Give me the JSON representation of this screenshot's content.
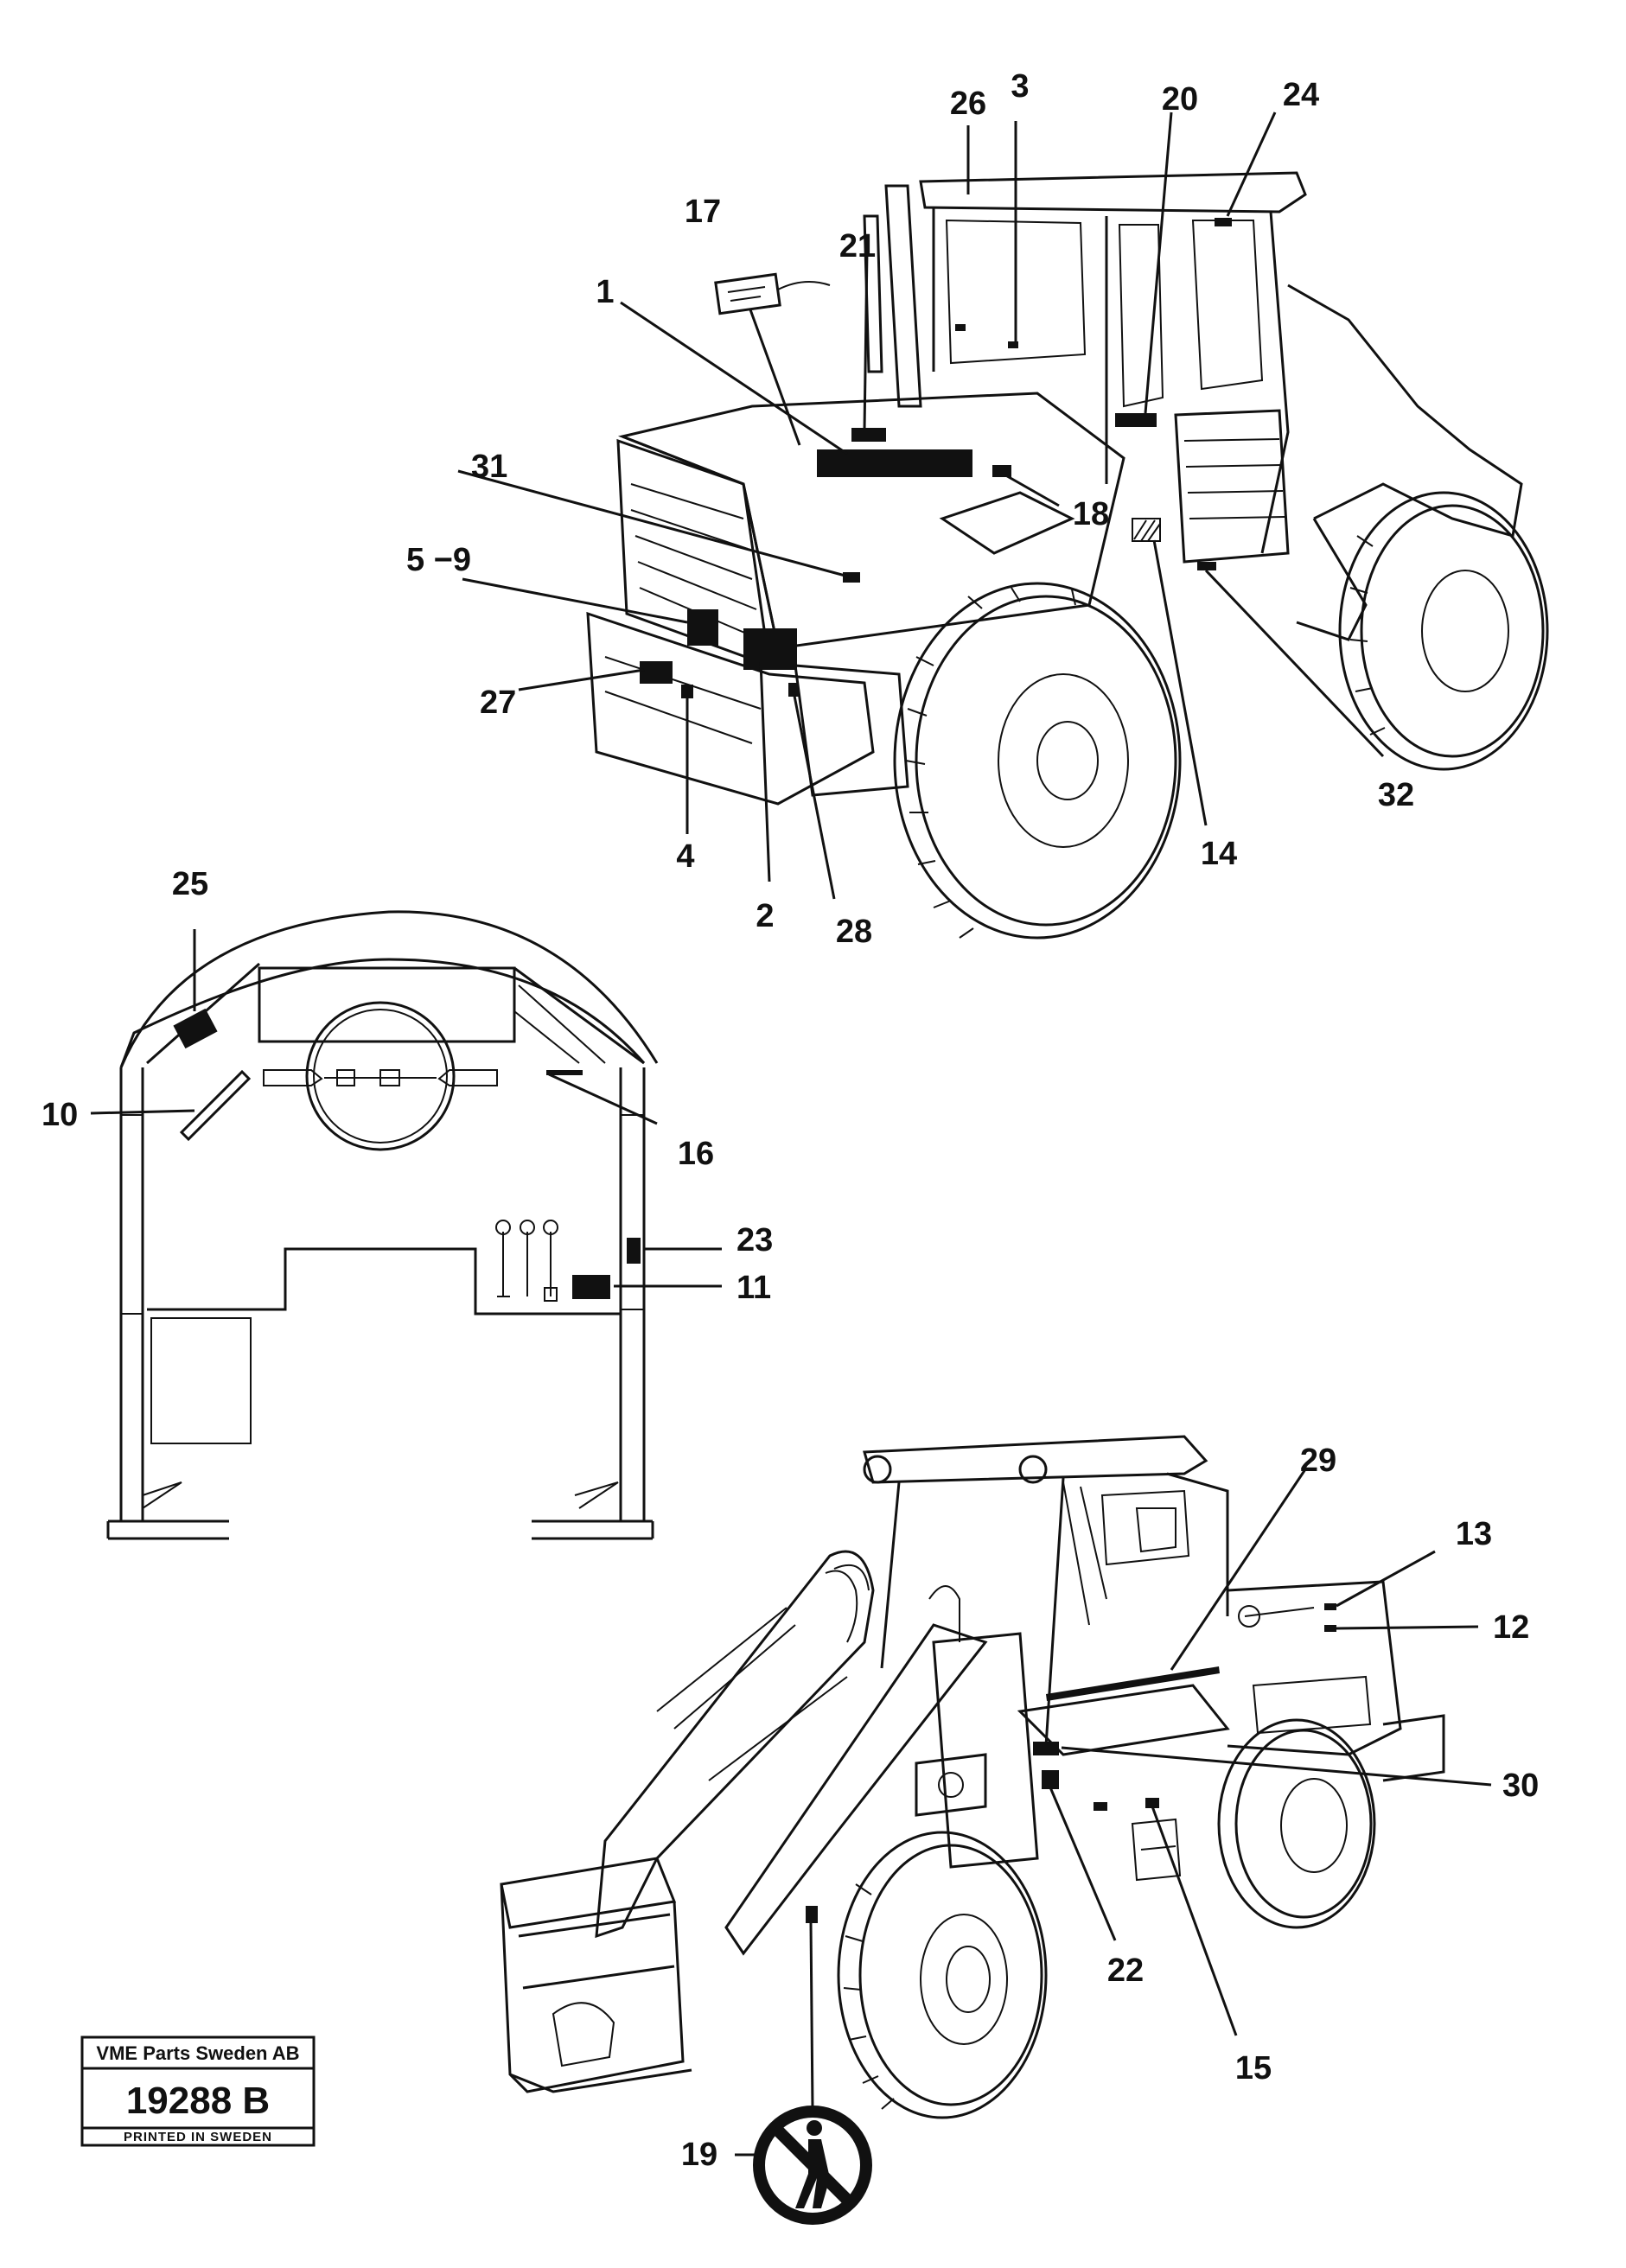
{
  "callouts": {
    "c1": "1",
    "c2": "2",
    "c3": "3",
    "c4": "4",
    "c5_9": "5 −9",
    "c10": "10",
    "c11": "11",
    "c12": "12",
    "c13": "13",
    "c14": "14",
    "c15": "15",
    "c16": "16",
    "c17": "17",
    "c18": "18",
    "c19": "19",
    "c20": "20",
    "c21": "21",
    "c22": "22",
    "c23": "23",
    "c24": "24",
    "c25": "25",
    "c26": "26",
    "c27": "27",
    "c28": "28",
    "c29": "29",
    "c30": "30",
    "c31": "31",
    "c32": "32"
  },
  "title_block": {
    "company": "VME Parts Sweden AB",
    "drawing_number": "19288 B",
    "printed": "PRINTED IN SWEDEN"
  }
}
